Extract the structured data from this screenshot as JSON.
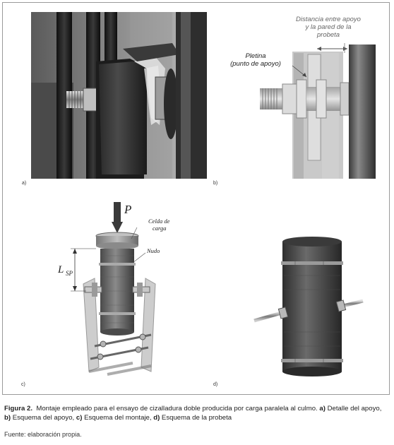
{
  "figure": {
    "panel_labels": {
      "a": "a)",
      "b": "b)",
      "c": "c)",
      "d": "d)"
    },
    "panel_b": {
      "distance_label_line1": "Distancia entre apoyo",
      "distance_label_line2": "y la pared de la",
      "distance_label_line3": "probeta",
      "pletina_line1": "Pletina",
      "pletina_line2": "(punto de apoyo)"
    },
    "panel_c": {
      "load": "P",
      "celda_line1": "Celda de",
      "celda_line2": "carga",
      "nudo": "Nudo",
      "length_main": "L",
      "length_sub": "SP"
    }
  },
  "caption": {
    "prefix": "Figura 2.",
    "text": "Montaje empleado para el ensayo de cizalladura doble producida por carga paralela al culmo.",
    "a_key": "a)",
    "a_text": " Detalle del apoyo, ",
    "b_key": "b)",
    "b_text": " Esquema del apoyo, ",
    "c_key": "c)",
    "c_text": " Esquema del montaje, ",
    "d_key": "d)",
    "d_text": " Esquema de la probeta"
  },
  "source": "Fuente: elaboración propia."
}
